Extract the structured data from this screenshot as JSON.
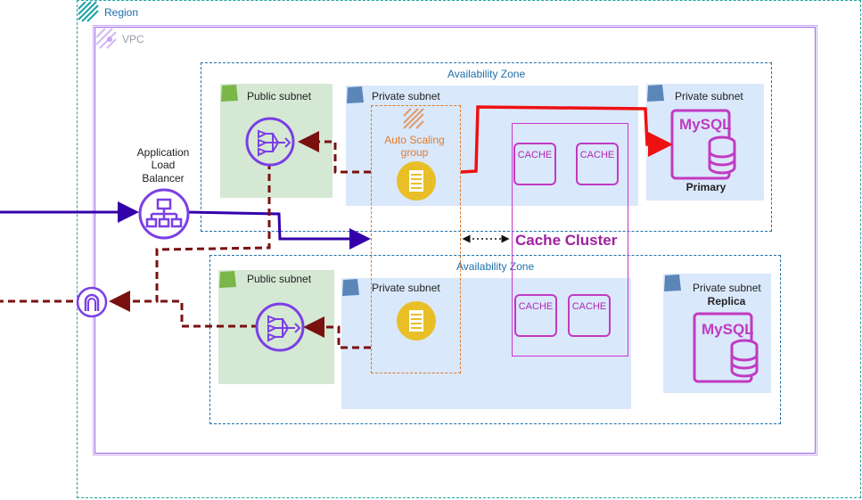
{
  "region": {
    "label": "Region"
  },
  "vpc": {
    "label": "VPC"
  },
  "az_top": {
    "label": "Availability Zone"
  },
  "az_bottom": {
    "label": "Availability Zone"
  },
  "public_subnet_top": {
    "label": "Public subnet"
  },
  "public_subnet_bottom": {
    "label": "Public subnet"
  },
  "private_subnet_top": {
    "label": "Private subnet"
  },
  "private_subnet_bottom": {
    "label": "Private subnet"
  },
  "private_subnet_primary": {
    "label": "Private subnet"
  },
  "private_subnet_replica": {
    "label": "Private subnet"
  },
  "alb": {
    "label_line1": "Application",
    "label_line2": "Load",
    "label_line3": "Balancer"
  },
  "asg": {
    "label_line1": "Auto Scaling",
    "label_line2": "group"
  },
  "cache_cluster": {
    "label": "Cache Cluster",
    "nodes": [
      "CACHE",
      "CACHE",
      "CACHE",
      "CACHE"
    ]
  },
  "mysql_primary": {
    "label": "MySQL",
    "role": "Primary"
  },
  "mysql_replica": {
    "label": "MySQL",
    "role": "Replica"
  },
  "colors": {
    "region": "#1aa3a3",
    "vpc": "#9b5de5",
    "az": "#1f6fa8",
    "public": "#d5e8d4",
    "private": "#dae8fc",
    "asg": "#e07a2a",
    "cache": "#c13ac1",
    "mysql": "#c13ac1",
    "flow_in": "#3300aa",
    "flow_out": "#7a1010",
    "db_write": "#ee1111"
  },
  "icons": [
    "region-icon",
    "vpc-icon",
    "subnet-flag-icon",
    "load-balancer-icon",
    "nat-gateway-icon",
    "ec2-instance-icon",
    "internet-gateway-icon",
    "database-icon"
  ]
}
